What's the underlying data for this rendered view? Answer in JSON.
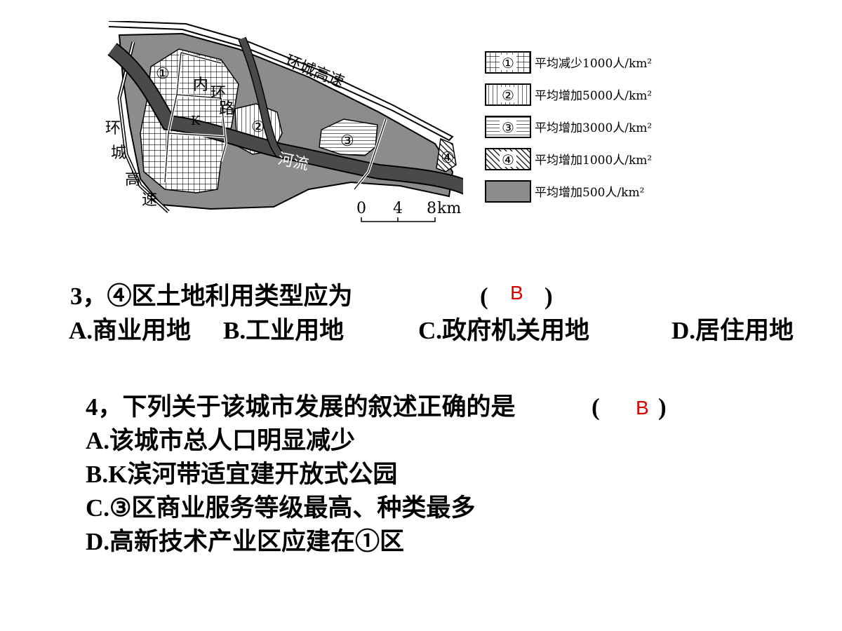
{
  "map": {
    "ring_road_top": "环城高速",
    "ring_road_left": [
      "环",
      "城",
      "高",
      "速"
    ],
    "inner_ring": [
      "内",
      "环",
      "路"
    ],
    "river": "河流",
    "k_label": "K",
    "zones": [
      "①",
      "②",
      "③",
      "④"
    ],
    "scale": {
      "ticks": [
        "0",
        "4",
        "8"
      ],
      "unit": "km"
    }
  },
  "legend": [
    {
      "symbol": "①",
      "text": "平均减少1000人/km²",
      "pattern": "grid"
    },
    {
      "symbol": "②",
      "text": "平均增加5000人/km²",
      "pattern": "vertical"
    },
    {
      "symbol": "③",
      "text": "平均增加3000人/km²",
      "pattern": "horizontal"
    },
    {
      "symbol": "④",
      "text": "平均增加1000人/km²",
      "pattern": "diagonal"
    },
    {
      "symbol": "",
      "text": "平均增加500人/km²",
      "pattern": "solid-gray"
    }
  ],
  "q3": {
    "stem": "3，④区土地利用类型应为",
    "paren_open": "(",
    "paren_close": ")",
    "answer": "B",
    "options": [
      "A.商业用地",
      "B.工业用地",
      "C.政府机关用地",
      "D.居住用地"
    ]
  },
  "q4": {
    "stem": "4，下列关于该城市发展的叙述正确的是",
    "paren_open": "(",
    "paren_close": ")",
    "answer": "B",
    "options": [
      "A.该城市总人口明显减少",
      "B.K滨河带适宜建开放式公园",
      "C.③区商业服务等级最高、种类最多",
      "D.高新技术产业区应建在①区"
    ]
  },
  "colors": {
    "gray": "#8c8c8c",
    "river": "#4a4a4a",
    "answer": "#e00000"
  }
}
